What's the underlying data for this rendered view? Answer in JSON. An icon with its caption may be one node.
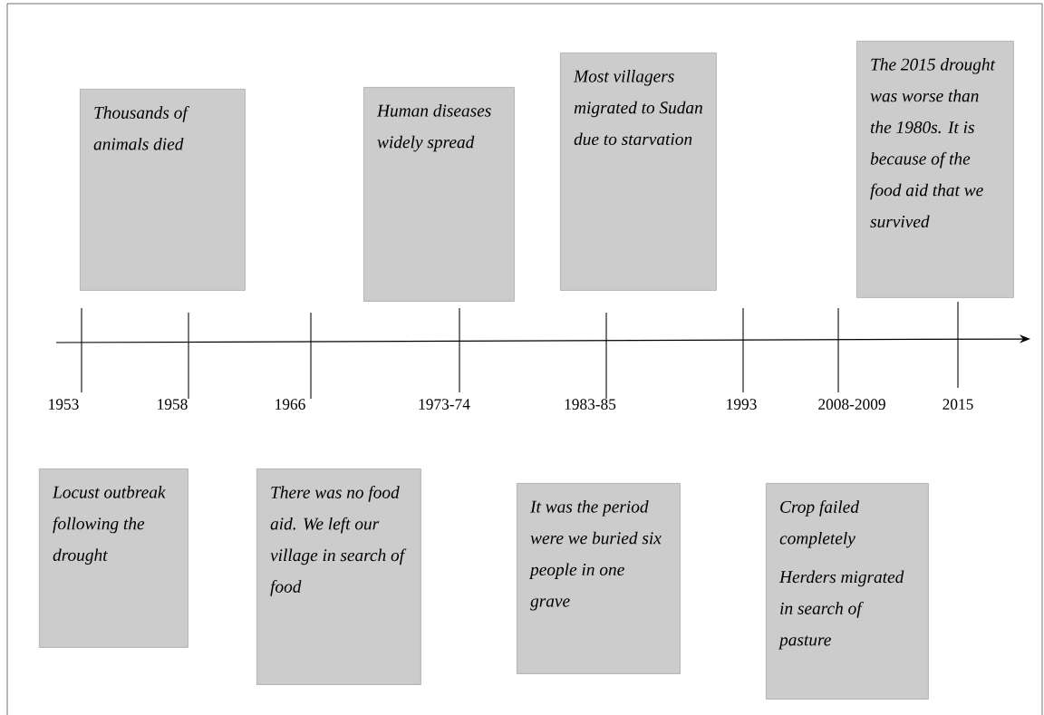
{
  "diagram": {
    "nodes": [
      {
        "text": [
          "Thousands of animals died"
        ]
      },
      {
        "text": [
          "Human diseases widely spread"
        ]
      },
      {
        "text": [
          "Most villagers migrated to Sudan due to starvation"
        ]
      },
      {
        "text": [
          "The 2015 drought was worse than the 1980s. It is because of the food aid that we survived"
        ]
      },
      {
        "text": [
          "Locust outbreak following the drought"
        ]
      },
      {
        "text": [
          "There was no food aid. We left our village in search of food"
        ]
      },
      {
        "text": [
          "It was the period were we buried six people in one grave"
        ]
      },
      {
        "text": [
          "Crop failed completely",
          "Herders migrated in search of pasture"
        ]
      }
    ],
    "edges": [],
    "labels": [
      "1953",
      "1958",
      "1966",
      "1973-74",
      "1983-85",
      "1993",
      "2008-2009",
      "2015"
    ]
  }
}
